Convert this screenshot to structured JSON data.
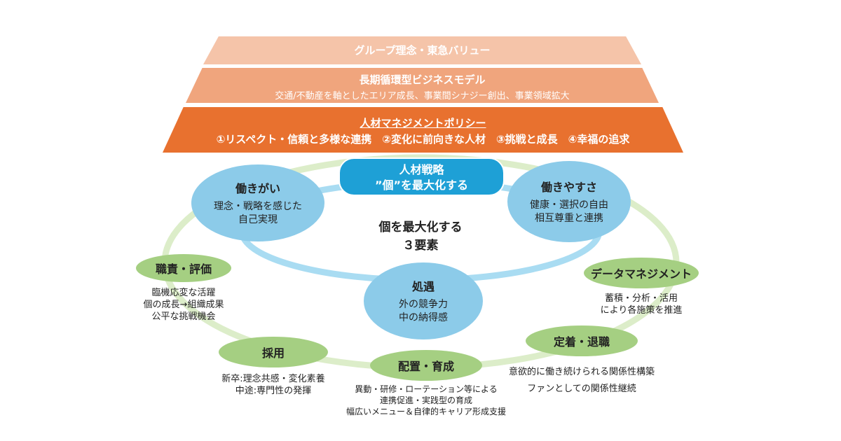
{
  "pyramid": {
    "tier1": {
      "title": "グループ理念・東急バリュー"
    },
    "tier2": {
      "title": "長期循環型ビジネスモデル",
      "subtitle": "交通/不動産を軸としたエリア成長、事業間シナジー創出、事業領域拡大"
    },
    "tier3": {
      "title": "人材マネジメントポリシー",
      "subtitle": "①リスペクト・信頼と多様な連携　②変化に前向きな人材　③挑戦と成長　④幸福の追求"
    }
  },
  "strategy": {
    "line1": "人材戦略",
    "line2": "”個”を最大化する"
  },
  "center": {
    "line1": "個を最大化する",
    "line2": "３要素"
  },
  "elements": [
    {
      "title": "働きがい",
      "lines": [
        "理念・戦略を感じた",
        "自己実現"
      ]
    },
    {
      "title": "働きやすさ",
      "lines": [
        "健康・選択の自由",
        "相互尊重と連携"
      ]
    },
    {
      "title": "処遇",
      "lines": [
        "外の競争力",
        "中の納得感"
      ]
    }
  ],
  "cycle": [
    {
      "title": "職責・評価",
      "lines": [
        "臨機応変な活躍",
        "個の成長→組織成果",
        "公平な挑戦機会"
      ]
    },
    {
      "title": "データマネジメント",
      "lines": [
        "蓄積・分析・活用",
        "により各施策を推進"
      ]
    },
    {
      "title": "定着・退職",
      "lines": [
        "意欲的に働き続けられる関係性構築",
        "ファンとしての関係性継続"
      ]
    },
    {
      "title": "配置・育成",
      "lines": [
        "異動・研修・ローテーション等による",
        "連携促進・実践型の育成",
        "幅広いメニュー＆自律的キャリア形成支援"
      ]
    },
    {
      "title": "採用",
      "lines": [
        "新卒:理念共感・変化素養",
        "中途:専門性の発揮"
      ]
    }
  ],
  "colors": {
    "tier1": "#f5c4a9",
    "tier2": "#f0a57d",
    "tier3": "#e8712f",
    "blue": "#8ccbe9",
    "strategy": "#1ea0d6",
    "green": "#a5cf82"
  }
}
